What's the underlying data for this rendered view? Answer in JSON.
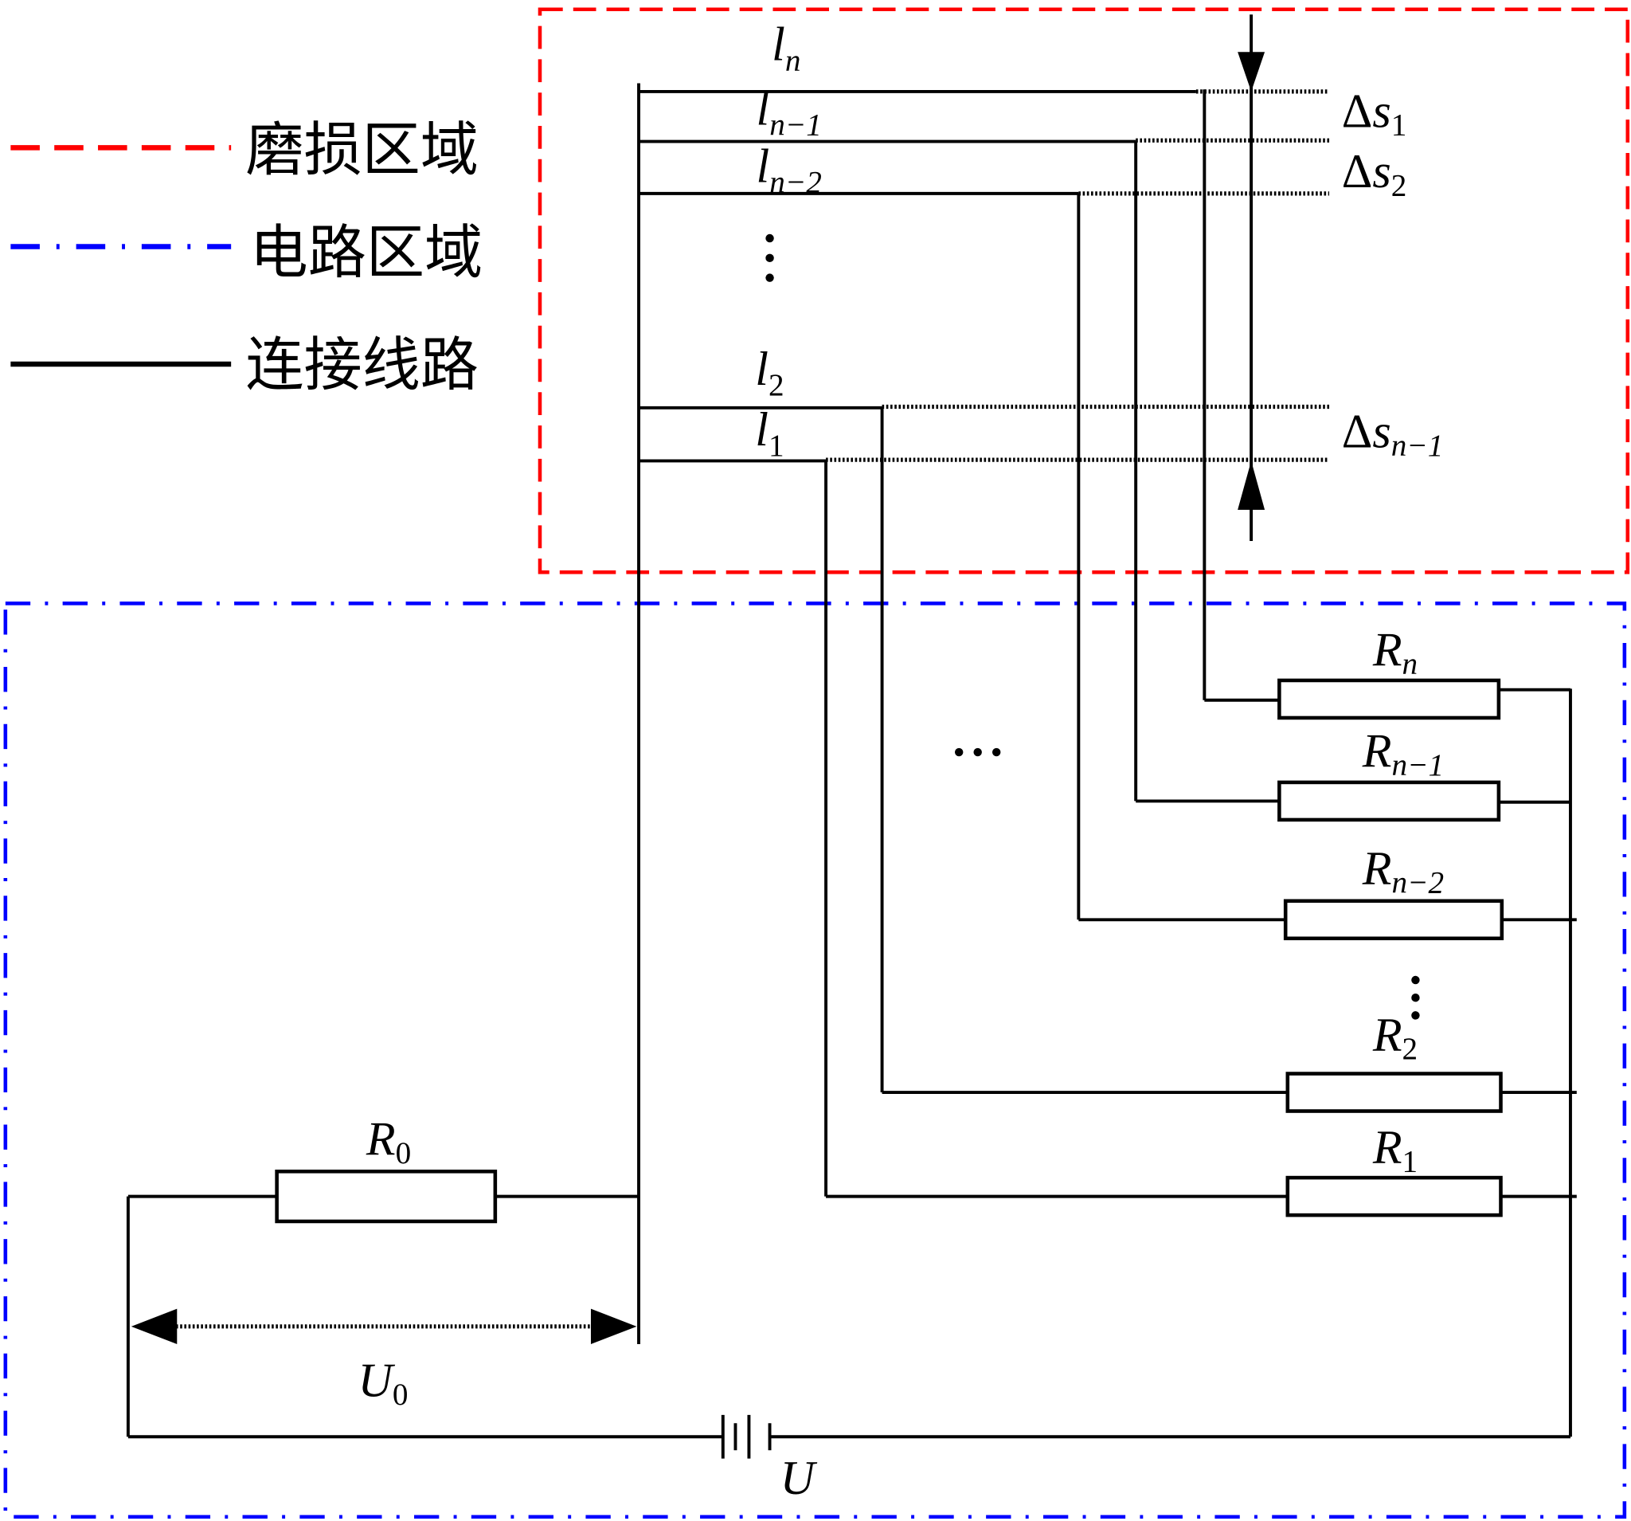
{
  "legend": {
    "items": [
      {
        "label": "磨损区域",
        "style": "dashed",
        "color": "#ff0000"
      },
      {
        "label": "电路区域",
        "style": "dash-dot",
        "color": "#0000ff"
      },
      {
        "label": "连接线路",
        "style": "solid",
        "color": "#000000"
      }
    ]
  },
  "wear_zone": {
    "lines": [
      {
        "name": "l",
        "sub": "n"
      },
      {
        "name": "l",
        "sub": "n−1"
      },
      {
        "name": "l",
        "sub": "n−2"
      },
      {
        "name": "l",
        "sub": "2"
      },
      {
        "name": "l",
        "sub": "1"
      }
    ],
    "ellipsis": "⋮",
    "gaps": [
      {
        "symbol": "Δ",
        "name": "s",
        "sub": "1"
      },
      {
        "symbol": "Δ",
        "name": "s",
        "sub": "2"
      },
      {
        "symbol": "Δ",
        "name": "s",
        "sub": "n−1"
      }
    ]
  },
  "circuit_zone": {
    "resistors": [
      {
        "name": "R",
        "sub": "n"
      },
      {
        "name": "R",
        "sub": "n−1"
      },
      {
        "name": "R",
        "sub": "n−2"
      },
      {
        "name": "R",
        "sub": "2"
      },
      {
        "name": "R",
        "sub": "1"
      }
    ],
    "reference_resistor": {
      "name": "R",
      "sub": "0"
    },
    "voltage_measured": {
      "name": "U",
      "sub": "0"
    },
    "source": {
      "name": "U"
    },
    "h_ellipsis": "···",
    "v_ellipsis": "⋮"
  },
  "colors": {
    "wear": "#ff0000",
    "circuit": "#0000ff",
    "wire": "#000000"
  }
}
